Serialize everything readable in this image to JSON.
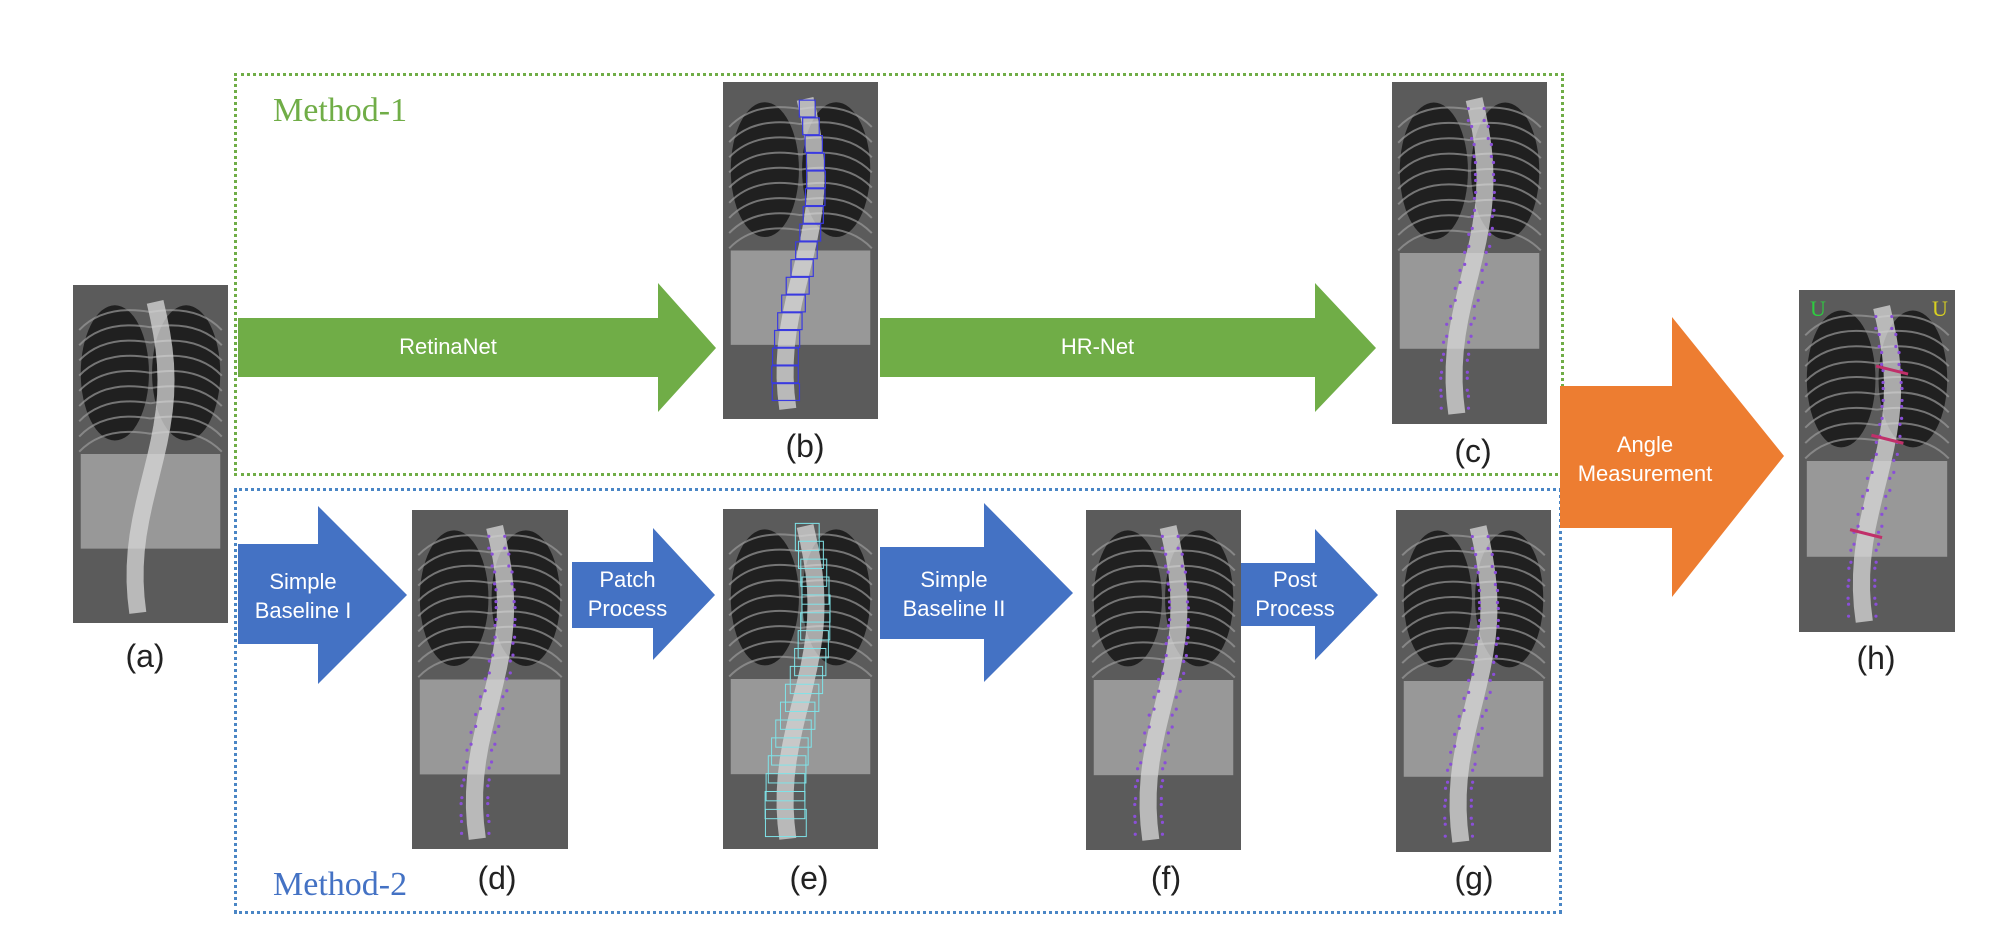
{
  "methods": {
    "method1": "Method-1",
    "method2": "Method-2"
  },
  "arrows": {
    "retinanet": "RetinaNet",
    "hrnet": "HR-Net",
    "simple_baseline_1": [
      "Simple",
      "Baseline I"
    ],
    "patch_process": [
      "Patch",
      "Process"
    ],
    "simple_baseline_2": [
      "Simple",
      "Baseline II"
    ],
    "post_process": [
      "Post",
      "Process"
    ],
    "angle_measurement": [
      "Angle",
      "Measurement"
    ]
  },
  "captions": {
    "a": "(a)",
    "b": "(b)",
    "c": "(c)",
    "d": "(d)",
    "e": "(e)",
    "f": "(f)",
    "g": "(g)",
    "h": "(h)"
  },
  "image_h_marks": {
    "left": "U",
    "right": "U"
  },
  "colors": {
    "method1": "#70ad47",
    "method2": "#4472c4",
    "angle_arrow": "#ed7d31",
    "box_overlay": "#3a3ae0",
    "patch_overlay": "#7fe3e8",
    "landmarks": "#8a4fd8"
  }
}
